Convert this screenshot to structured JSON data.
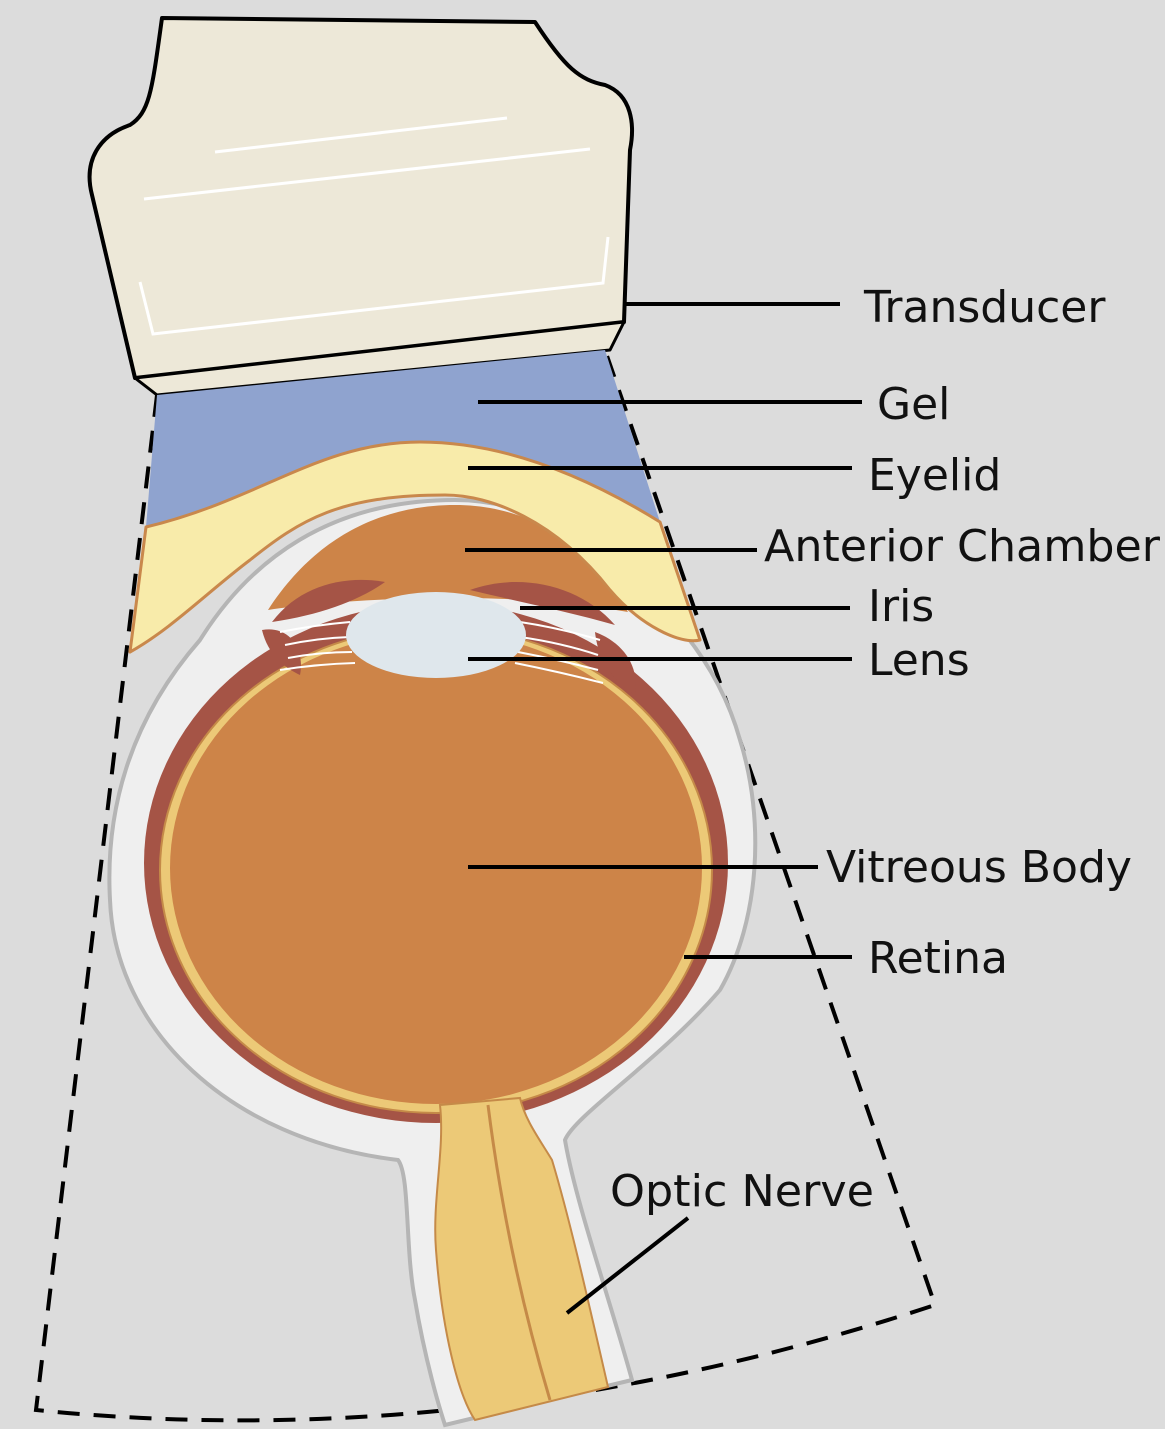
{
  "diagram": {
    "labels": {
      "transducer": "Transducer",
      "gel": "Gel",
      "eyelid": "Eyelid",
      "anterior_chamber": "Anterior Chamber",
      "iris": "Iris",
      "lens": "Lens",
      "vitreous_body": "Vitreous Body",
      "retina": "Retina",
      "optic_nerve": "Optic Nerve"
    },
    "colors": {
      "background": "#dcdcdc",
      "transducer": "#ede8d8",
      "gel": "#8fa3cf",
      "eyelid": "#f8ebaa",
      "sclera": "#efefef",
      "choroid": "#a55446",
      "retina": "#ecc977",
      "vitreous": "#cd8448",
      "lens": "#dfe7ec",
      "optic_nerve": "#ecc977"
    }
  }
}
